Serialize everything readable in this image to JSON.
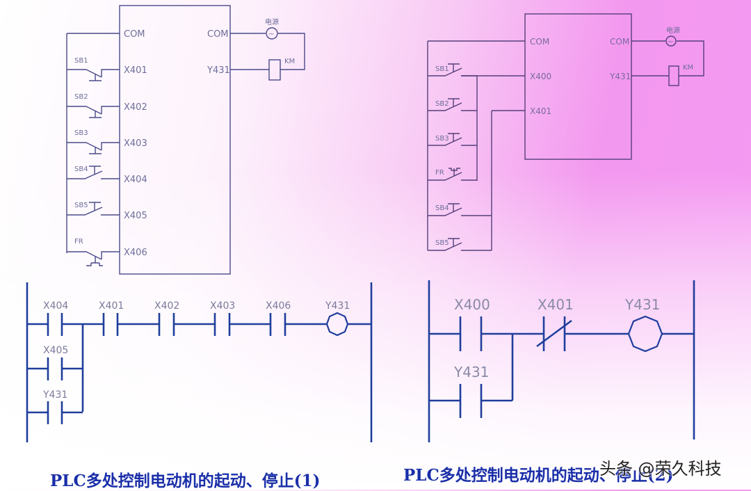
{
  "wiring_1": {
    "plc_left_terminals": [
      "COM",
      "X401",
      "X402",
      "X403",
      "X404",
      "X405",
      "X406"
    ],
    "plc_right_terminals": [
      "COM",
      "Y431"
    ],
    "switch_labels": [
      "SB1",
      "SB2",
      "SB3",
      "SB4",
      "SB5",
      "FR"
    ],
    "power_label": "电源",
    "power_symbol": "~",
    "coil_label": "KM"
  },
  "wiring_2": {
    "plc_left_terminals": [
      "COM",
      "X400",
      "X401"
    ],
    "plc_right_terminals": [
      "COM",
      "Y431"
    ],
    "switch_labels": [
      "SB1",
      "SB2",
      "SB3",
      "FR",
      "SB4",
      "SB5"
    ],
    "power_label": "电源",
    "power_symbol": "~",
    "coil_label": "KM"
  },
  "ladder_1": {
    "series_contacts": [
      "X404",
      "X401",
      "X402",
      "X403",
      "X406"
    ],
    "parallel_contacts": [
      "X405",
      "Y431"
    ],
    "output_coil": "Y431"
  },
  "ladder_2": {
    "series_contacts": [
      "X400",
      "X401"
    ],
    "normally_closed": [
      "X401"
    ],
    "parallel_contacts": [
      "Y431"
    ],
    "output_coil": "Y431"
  },
  "captions": {
    "left": "PLC多处控制电动机的起动、停止(1)",
    "right": "PLC多处控制电动机的起动、停止(2)"
  },
  "watermark": "头条 @荣久科技",
  "colors": {
    "ladder": "#1f3e9c",
    "caption": "#1a2fa8",
    "wiring": "#4a4a8a"
  }
}
